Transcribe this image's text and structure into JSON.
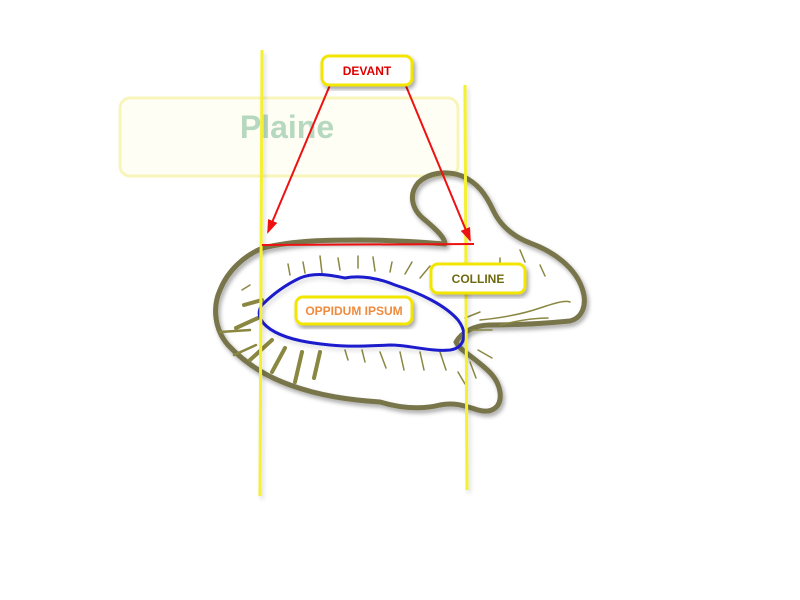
{
  "labels": {
    "plaine": "Plaine",
    "devant": "DEVANT",
    "colline": "COLLINE",
    "oppidum": "OPPIDUM IPSUM"
  },
  "colors": {
    "guide_lines": "#f4f030",
    "arrows": "#ee1111",
    "hill_outline": "#77744a",
    "oppidum_outline": "#1a1acc",
    "label_border": "#f2e600",
    "devant_text": "#dd0000",
    "colline_text": "#6e6a10",
    "oppidum_text": "#f08a3c",
    "plaine_text": "#b6d8c0"
  }
}
